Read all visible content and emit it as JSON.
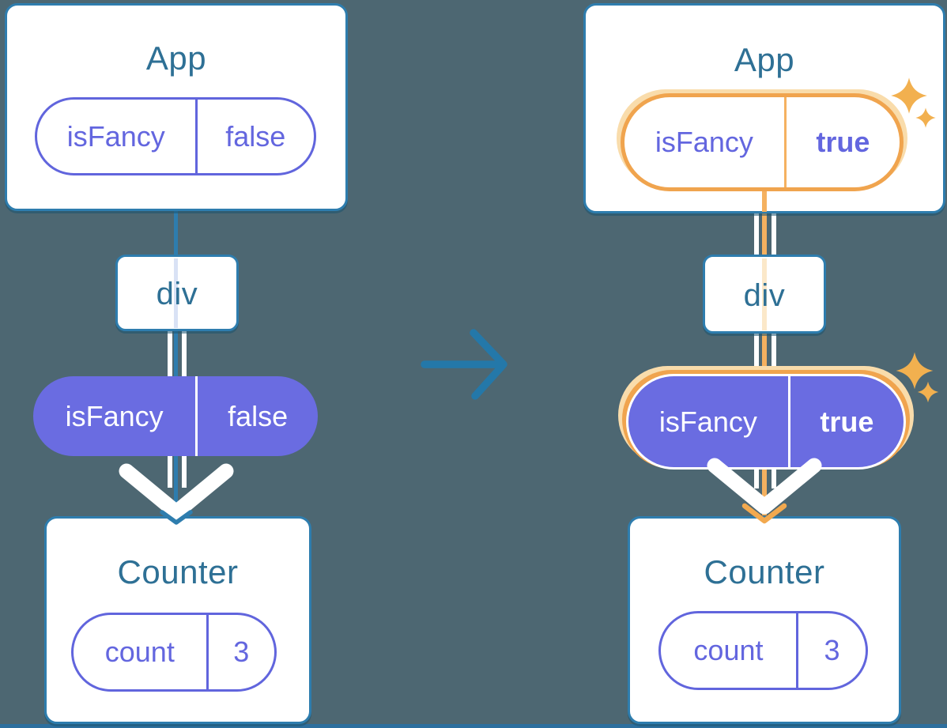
{
  "diagram": {
    "description": "React prop flow diagram: App passes isFancy prop through div to Counter; left state isFancy=false, right state isFancy=true (changed, highlighted)",
    "left": {
      "app_title": "App",
      "app_pill": {
        "label": "isFancy",
        "value": "false"
      },
      "div_title": "div",
      "prop_pill": {
        "label": "isFancy",
        "value": "false"
      },
      "counter_title": "Counter",
      "counter_pill": {
        "label": "count",
        "value": "3"
      }
    },
    "right": {
      "app_title": "App",
      "app_pill": {
        "label": "isFancy",
        "value": "true"
      },
      "div_title": "div",
      "prop_pill": {
        "label": "isFancy",
        "value": "true"
      },
      "counter_title": "Counter",
      "counter_pill": {
        "label": "count",
        "value": "3"
      }
    },
    "icons": {
      "transition_arrow": "right-arrow-icon",
      "highlight": "sparkles-icon",
      "flow_down_left": "white-chevron-arrow-icon with blue arrowhead",
      "flow_down_right": "white-chevron-arrow-icon with orange arrowhead"
    },
    "colors": {
      "background": "#4d6772",
      "card_border_blue": "#2e7dae",
      "title_teal": "#2e7095",
      "purple_accent": "#6165dd",
      "purple_fill": "#6a6ce1",
      "orange_ring": "#f0a44e",
      "orange_halo": "#f9dcab",
      "orange_line": "#f5b160",
      "sparkle_orange": "#f2b04f",
      "transition_arrow_blue": "#2478a9",
      "bottom_strip": "#2d6f9e"
    }
  }
}
